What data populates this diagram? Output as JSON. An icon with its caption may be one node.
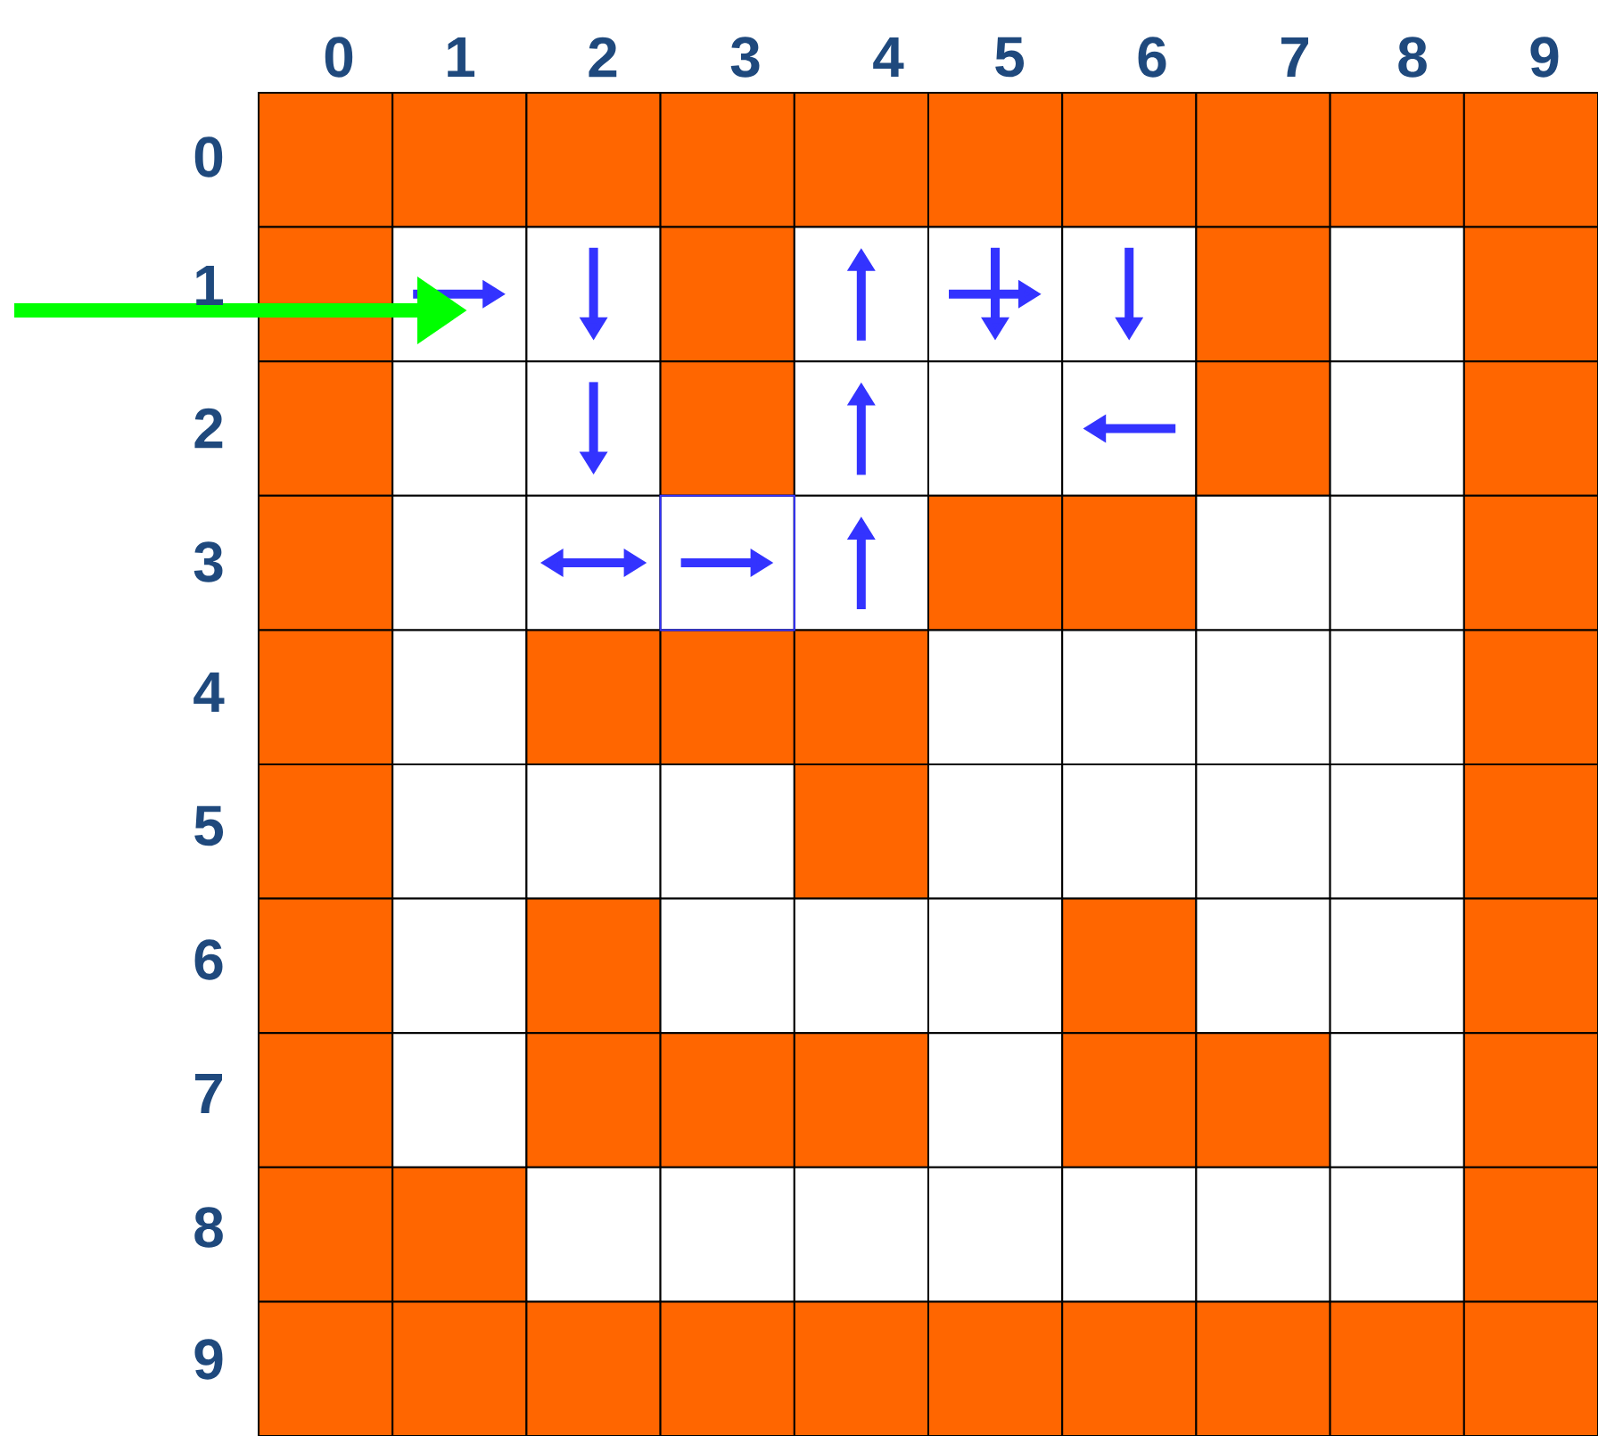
{
  "diagram": {
    "labels": [
      "0",
      "1",
      "2",
      "3",
      "4",
      "5",
      "6",
      "7",
      "8",
      "9",
      "0",
      "1",
      "2",
      "3",
      "4",
      "5",
      "6",
      "7",
      "8",
      "9"
    ]
  }
}
